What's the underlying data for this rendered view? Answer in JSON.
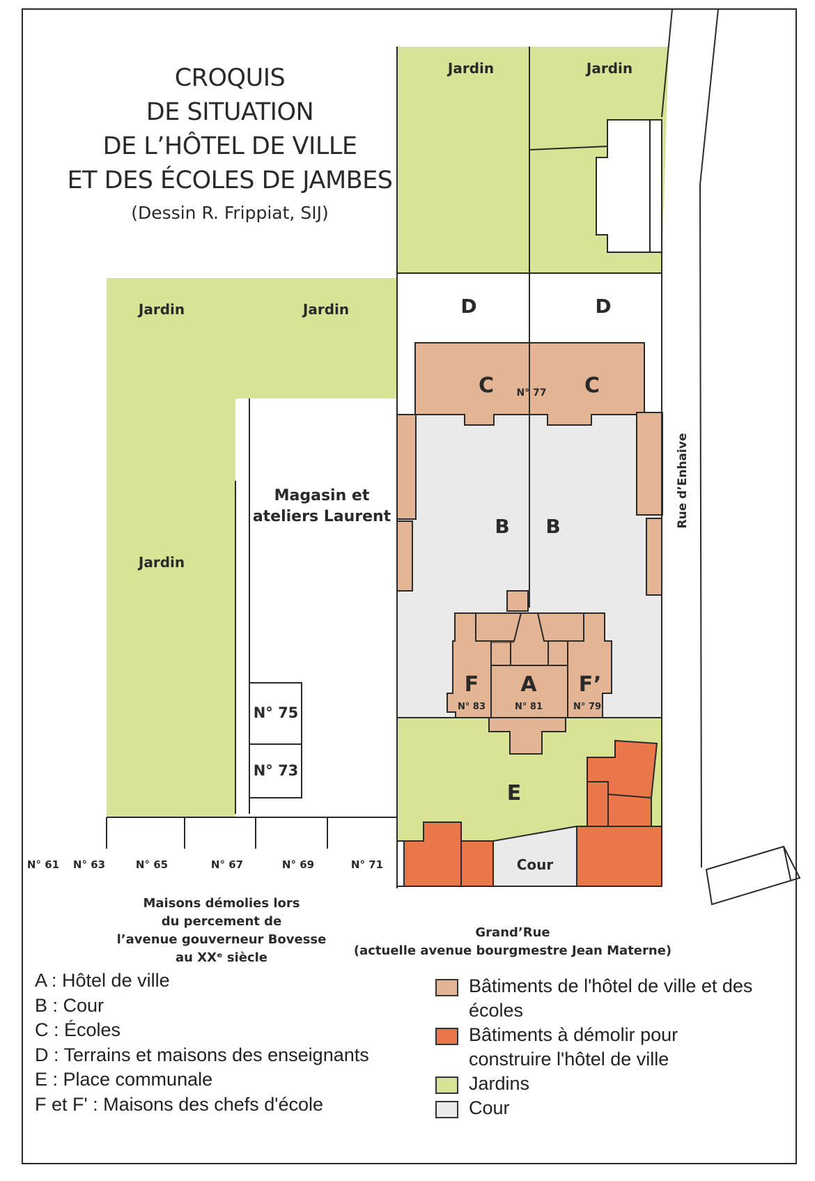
{
  "title": {
    "lines": [
      "CROQUIS",
      "DE SITUATION",
      "DE L’HÔTEL DE VILLE",
      "ET DES ÉCOLES DE JAMBES"
    ],
    "credit": "(Dessin R. Frippiat, SIJ)"
  },
  "colors": {
    "jardin": "#d9e396",
    "ecole": "#e3b594",
    "demolir": "#e9774a",
    "cour": "#eaeaea",
    "line": "#2a2a2a"
  },
  "labels": {
    "jardin": "Jardin",
    "D": "D",
    "C": "C",
    "B": "B",
    "A": "A",
    "F": "F",
    "F_prime": "F’",
    "E": "E",
    "n77": "N° 77",
    "n83": "N° 83",
    "n81": "N° 81",
    "n79": "N° 79",
    "n75": "N° 75",
    "n73": "N° 73",
    "magasin_1": "Magasin et",
    "magasin_2": "ateliers Laurent",
    "cour": "Cour",
    "rue_enhaive": "Rue d’Enhaive",
    "street_numbers": [
      "N° 61",
      "N° 63",
      "N° 65",
      "N° 67",
      "N° 69",
      "N° 71"
    ],
    "demolies": [
      "Maisons démolies lors",
      "du percement de",
      "l’avenue gouverneur Bovesse",
      "au XXᵉ siècle"
    ],
    "grand_rue": [
      "Grand’Rue",
      "(actuelle avenue bourgmestre Jean Materne)"
    ]
  },
  "legend_letters": [
    "A : Hôtel de ville",
    "B : Cour",
    "C : Écoles",
    "D : Terrains et maisons des enseignants",
    "E : Place communale",
    "F et F' : Maisons des chefs d'école"
  ],
  "legend_colors": [
    {
      "lines": [
        "Bâtiments de l'hôtel de ville et des",
        "écoles"
      ],
      "color": "#e3b594"
    },
    {
      "lines": [
        "Bâtiments à démolir pour",
        "construire l'hôtel de ville"
      ],
      "color": "#e9774a"
    },
    {
      "lines": [
        "Jardins"
      ],
      "color": "#d9e396"
    },
    {
      "lines": [
        "Cour"
      ],
      "color": "#eaeaea"
    }
  ]
}
